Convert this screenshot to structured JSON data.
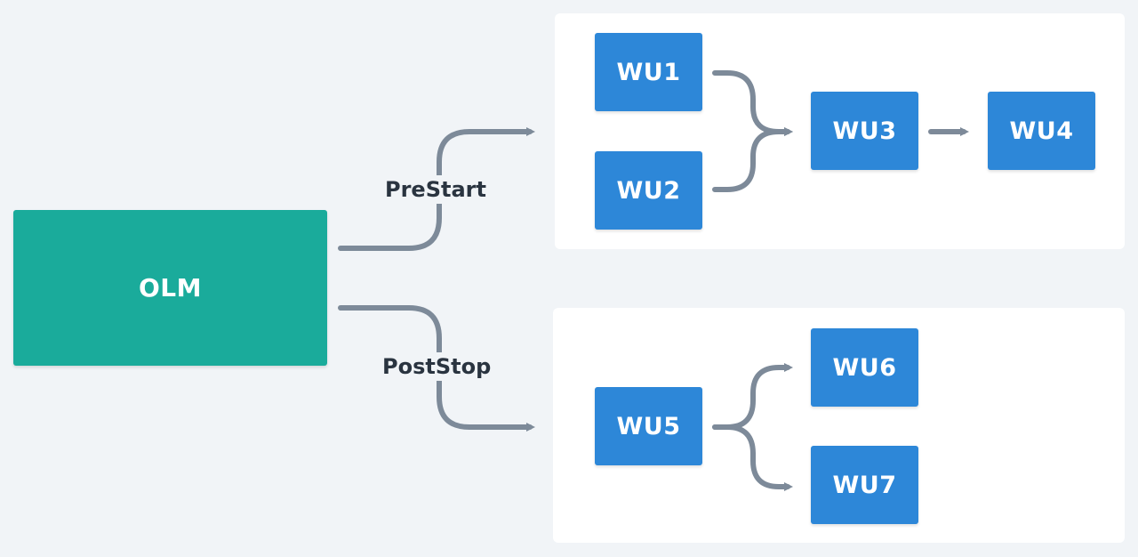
{
  "diagram": {
    "olm": {
      "label": "OLM"
    },
    "edges": {
      "prestart_label": "PreStart",
      "poststop_label": "PostStop"
    },
    "prestart_group": {
      "nodes": [
        {
          "id": "wu1",
          "label": "WU1"
        },
        {
          "id": "wu2",
          "label": "WU2"
        },
        {
          "id": "wu3",
          "label": "WU3"
        },
        {
          "id": "wu4",
          "label": "WU4"
        }
      ]
    },
    "poststop_group": {
      "nodes": [
        {
          "id": "wu5",
          "label": "WU5"
        },
        {
          "id": "wu6",
          "label": "WU6"
        },
        {
          "id": "wu7",
          "label": "WU7"
        }
      ]
    }
  },
  "colors": {
    "background": "#f1f4f7",
    "panel": "#ffffff",
    "olm_node": "#1aab9b",
    "wu_node": "#2d87d8",
    "connector": "#7d8a99",
    "label_text": "#2a3440"
  }
}
